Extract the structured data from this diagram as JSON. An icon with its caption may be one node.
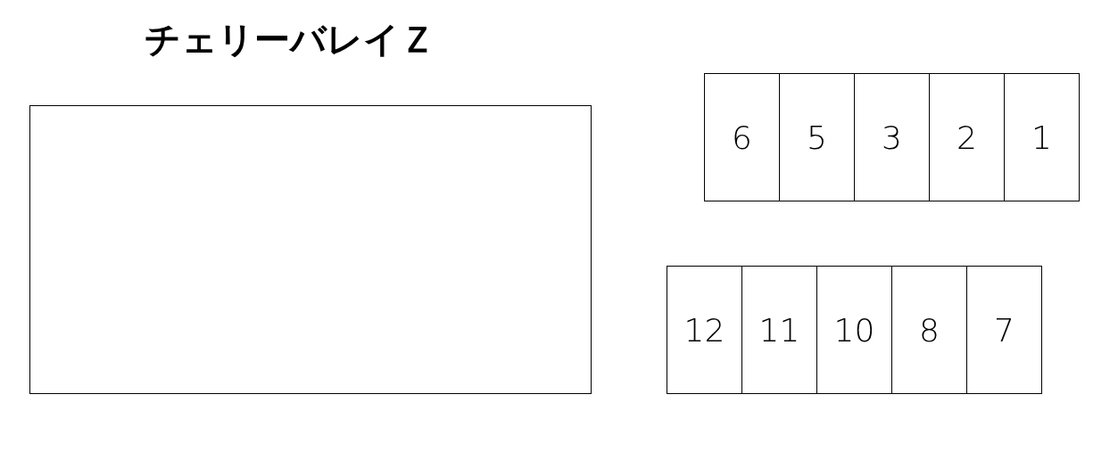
{
  "diagram": {
    "title": "チェリーバレイＺ",
    "nodes": [
      {
        "text": [],
        "shape": "box"
      },
      {
        "text": [
          "6"
        ]
      },
      {
        "text": [
          "5"
        ]
      },
      {
        "text": [
          "3"
        ]
      },
      {
        "text": [
          "2"
        ]
      },
      {
        "text": [
          "1"
        ]
      },
      {
        "text": [
          "12"
        ]
      },
      {
        "text": [
          "11"
        ]
      },
      {
        "text": [
          "10"
        ]
      },
      {
        "text": [
          "8"
        ]
      },
      {
        "text": [
          "7"
        ]
      }
    ]
  }
}
